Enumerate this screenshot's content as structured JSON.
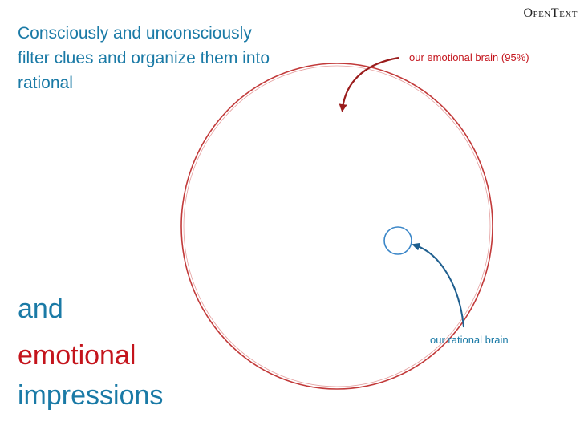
{
  "logo": "OpenText",
  "intro_text": "Consciously and unconsciously filter clues and organize them into rational",
  "line_and": "and",
  "line_emotional": "emotional",
  "line_impressions": "impressions",
  "label_emotional_brain": "our emotional brain (95%)",
  "label_rational_brain": "our rational brain",
  "colors": {
    "blue": "#1a7aa6",
    "red": "#c4141c",
    "circle_red": "#c23a3a",
    "circle_blue": "#3a86c8"
  }
}
